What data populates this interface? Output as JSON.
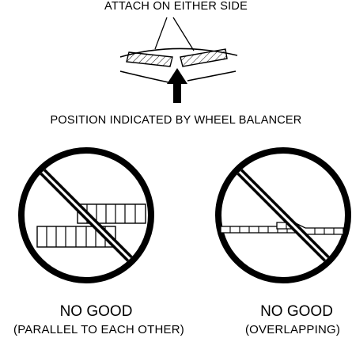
{
  "top_label": "ATTACH ON EITHER SIDE",
  "middle_label": "POSITION INDICATED BY WHEEL BALANCER",
  "left_diagram": {
    "title": "NO GOOD",
    "subtitle": "(PARALLEL TO EACH OTHER)"
  },
  "right_diagram": {
    "title": "NO GOOD",
    "subtitle": "(OVERLAPPING)"
  },
  "icons": [
    "wheel-weight-placement-icon",
    "up-arrow-icon",
    "prohibited-sign-icon"
  ]
}
